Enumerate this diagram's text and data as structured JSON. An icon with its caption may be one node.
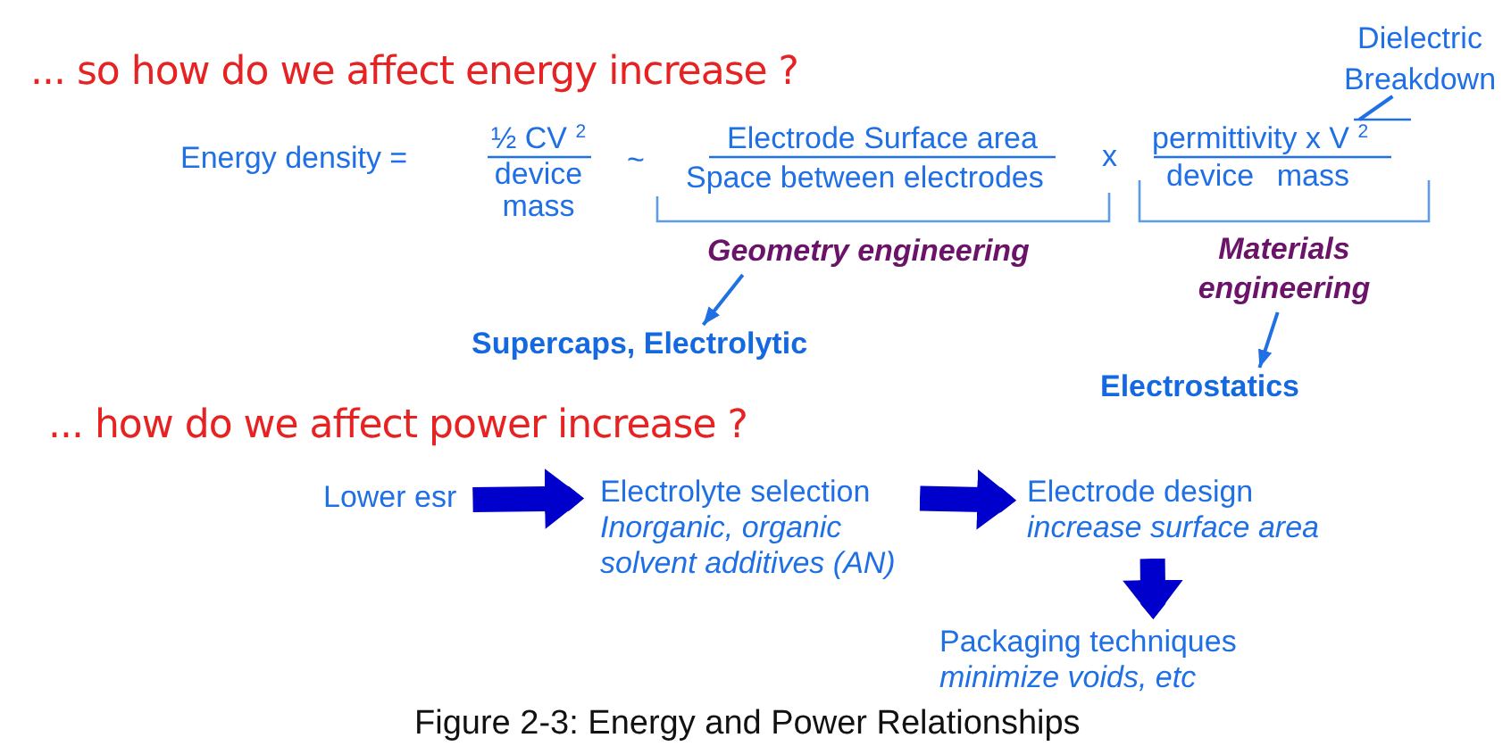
{
  "diagram": {
    "caption": "Figure 2-3: Energy and Power Relationships",
    "nodes": [
      {
        "text": [
          "Dielectric Breakdown"
        ]
      },
      {
        "text": [
          "permittivity x V $^{2}$"
        ]
      },
      {
        "text": [
          "Geometry engineering"
        ]
      },
      {
        "text": [
          "Materials engineering"
        ]
      },
      {
        "text": [
          "Supercaps, Electrolytic"
        ]
      },
      {
        "text": [
          "Electrostatics"
        ]
      },
      {
        "text": [
          "Lower esr"
        ]
      },
      {
        "text": [
          "Electrolyte selection",
          "Inorganic, organic solvent additives (AN)"
        ]
      },
      {
        "text": [
          "Electrode design",
          "increase surface area"
        ]
      },
      {
        "text": [
          "Packaging techniques",
          "minimize voids, etc"
        ]
      }
    ],
    "edges": [
      {
        "from": 0,
        "to": 1,
        "arrow": "none"
      },
      {
        "from": 2,
        "to": 4,
        "arrow": "to"
      },
      {
        "from": 3,
        "to": 5,
        "arrow": "to"
      },
      {
        "from": 6,
        "to": 7,
        "arrow": "to",
        "style": "thick",
        "color": "#0000cc"
      },
      {
        "from": 7,
        "to": 8,
        "arrow": "to",
        "style": "thick",
        "color": "#0000cc"
      },
      {
        "from": 8,
        "to": 9,
        "arrow": "to",
        "style": "thick",
        "color": "#0000cc"
      }
    ],
    "labels": [
      "... so how do we affect energy increase ?",
      "Energy density =",
      "½ CV $^{2}$",
      "device mass",
      "~",
      "Electrode Surface area",
      "Space between electrodes",
      "x",
      "device mass",
      "... how do we affect power increase ?"
    ]
  }
}
